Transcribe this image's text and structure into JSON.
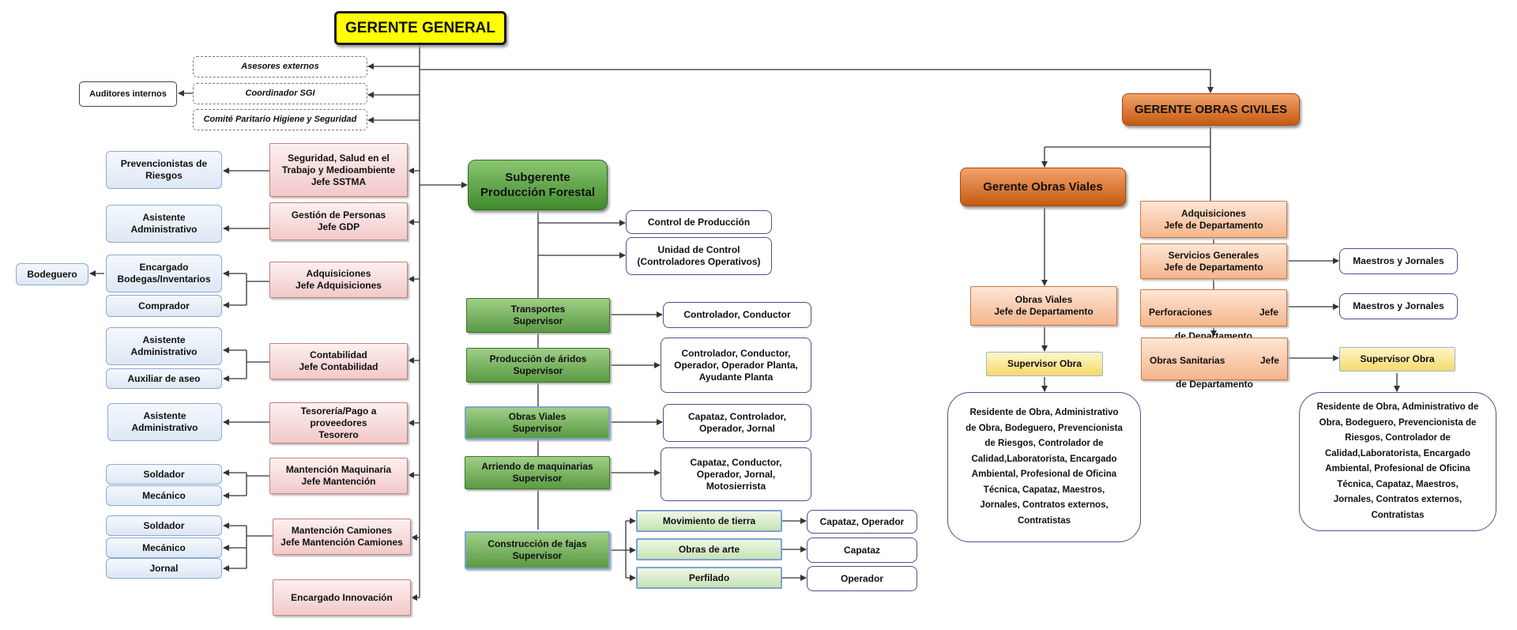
{
  "gerente_general": "GERENTE GENERAL",
  "staff": {
    "asesores": "Asesores externos",
    "coordinador": "Coordinador SGI",
    "comite": "Comité Paritario Higiene y Seguridad",
    "auditores": "Auditores internos"
  },
  "left_departments": {
    "sstma": "Seguridad, Salud en el\nTrabajo y Medioambiente\nJefe SSTMA",
    "gdp": "Gestión de Personas\nJefe GDP",
    "adquisiciones": "Adquisiciones\nJefe Adquisiciones",
    "contabilidad": "Contabilidad\nJefe Contabilidad",
    "tesoreria": "Tesorería/Pago a\nproveedores\nTesorero",
    "mantencion_maq": "Mantención Maquinaria\nJefe Mantención",
    "mantencion_cam": "Mantención Camiones\nJefe Mantención Camiones",
    "innovacion": "Encargado Innovación"
  },
  "left_staff": {
    "prevencionistas": "Prevencionistas de\nRiesgos",
    "asistente_gdp": "Asistente\nAdministrativo",
    "encargado_bodegas": "Encargado\nBodegas/Inventarios",
    "bodeguero": "Bodeguero",
    "comprador": "Comprador",
    "asistente_cont": "Asistente\nAdministrativo",
    "auxiliar_aseo": "Auxiliar de aseo",
    "asistente_tes": "Asistente\nAdministrativo",
    "soldador1": "Soldador",
    "mecanico1": "Mecánico",
    "soldador2": "Soldador",
    "mecanico2": "Mecánico",
    "jornal": "Jornal"
  },
  "forestal": {
    "subgerente": "Subgerente\nProducción Forestal",
    "control_produccion": "Control de Producción",
    "unidad_control": "Unidad de Control\n(Controladores Operativos)",
    "transportes": "Transportes\nSupervisor",
    "transportes_staff": "Controlador, Conductor",
    "aridos": "Producción de áridos\nSupervisor",
    "aridos_staff": "Controlador, Conductor,\nOperador, Operador Planta,\nAyudante Planta",
    "obras_viales": "Obras Viales\nSupervisor",
    "obras_viales_staff": "Capataz, Controlador,\nOperador, Jornal",
    "arriendo": "Arriendo de maquinarias\nSupervisor",
    "arriendo_staff": "Capataz, Conductor,\nOperador, Jornal,\nMotosierrista",
    "fajas": "Construcción de fajas\nSupervisor",
    "movimiento": "Movimiento de tierra",
    "movimiento_staff": "Capataz, Operador",
    "obras_arte": "Obras de arte",
    "obras_arte_staff": "Capataz",
    "perfilado": "Perfilado",
    "perfilado_staff": "Operador"
  },
  "civiles": {
    "gerente": "GERENTE OBRAS CIVILES",
    "gerente_viales": "Gerente Obras Viales",
    "obras_viales_jefe": "Obras Viales\nJefe de Departamento",
    "supervisor_viales": "Supervisor Obra",
    "viales_staff": "Residente de Obra, Administrativo\nde Obra, Bodeguero, Prevencionista\nde  Riesgos, Controlador de\nCalidad,Laboratorista, Encargado\nAmbiental,  Profesional de Oficina\nTécnica,  Capataz, Maestros,\nJornales, Contratos externos,\nContratistas",
    "adquisiciones": "Adquisiciones\nJefe de Departamento",
    "servicios": "Servicios Generales\nJefe de Departamento",
    "servicios_staff": "Maestros y Jornales",
    "perforaciones_a": "Perforaciones",
    "perforaciones_b": "Jefe",
    "perforaciones_c": "de Departamento",
    "perforaciones_staff": "Maestros y Jornales",
    "sanitarias_a": "Obras Sanitarias",
    "sanitarias_b": "Jefe",
    "sanitarias_c": "de Departamento",
    "supervisor_sanitarias": "Supervisor Obra",
    "sanitarias_staff": "Residente de Obra, Administrativo de\nObra, Bodeguero, Prevencionista de\nRiesgos, Controlador de\nCalidad,Laboratorista, Encargado\nAmbiental,  Profesional de Oficina\nTécnica,  Capataz, Maestros,\nJornales, Contratos externos,\nContratistas"
  },
  "colors": {
    "line": "#333333",
    "gerente_general_fill": "#ffff00",
    "forestal": "#5a9a44",
    "civiles": "#c55a11"
  }
}
